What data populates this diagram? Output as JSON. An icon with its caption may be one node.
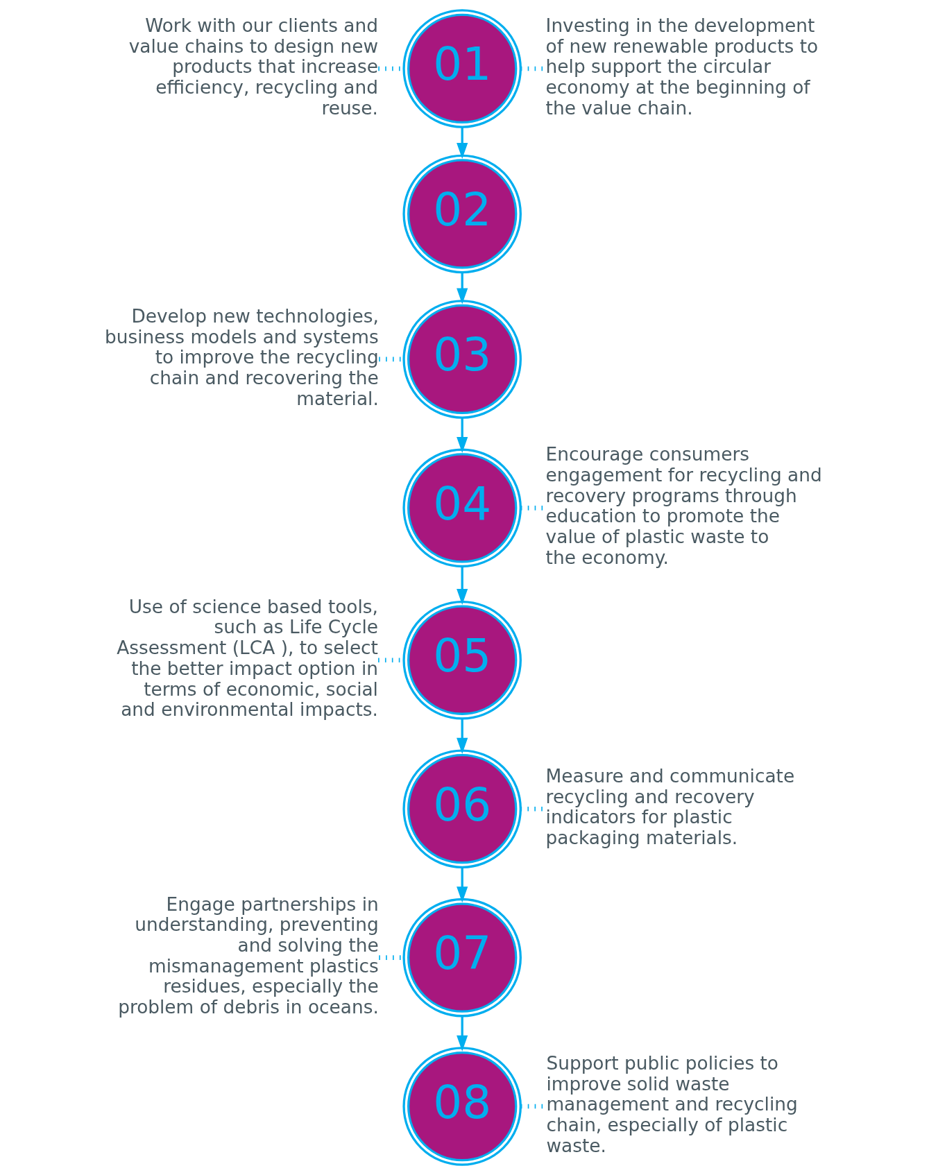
{
  "diagram": {
    "nodes": [
      {
        "text": [
          "01"
        ]
      },
      {
        "text": [
          "02"
        ]
      },
      {
        "text": [
          "03"
        ]
      },
      {
        "text": [
          "04"
        ]
      },
      {
        "text": [
          "05"
        ]
      },
      {
        "text": [
          "06"
        ]
      },
      {
        "text": [
          "07"
        ]
      },
      {
        "text": [
          "08"
        ]
      },
      {
        "text": [
          "Work with our clients and value chains to design new products that increase efficiency, recycling and reuse."
        ]
      },
      {
        "text": [
          "Investing in the development of new renewable products to help support the circular economy at the beginning of the value chain."
        ]
      },
      {
        "text": [
          "Develop new technologies, business models and systems to improve the recycling chain and recovering the material."
        ]
      },
      {
        "text": [
          "Encourage consumers engagement for recycling and recovery programs through education to promote the value of plastic waste to the economy."
        ]
      },
      {
        "text": [
          "Use of science based tools, such as Life Cycle Assessment (LCA ), to select the better impact option in terms of economic, social and environmental impacts."
        ]
      },
      {
        "text": [
          "Measure and communicate recycling and recovery indicators for plastic packaging materials."
        ]
      },
      {
        "text": [
          "Engage partnerships in understanding, preventing and solving the mismanagement plastics residues, especially the problem of debris in oceans."
        ]
      },
      {
        "text": [
          "Support public policies to improve solid waste management and recycling chain, especially of plastic waste."
        ]
      }
    ],
    "edges": [
      {
        "from": 0,
        "to": 1,
        "arrow": "to"
      },
      {
        "from": 1,
        "to": 2,
        "arrow": "to"
      },
      {
        "from": 2,
        "to": 3,
        "arrow": "to"
      },
      {
        "from": 3,
        "to": 4,
        "arrow": "to"
      },
      {
        "from": 4,
        "to": 5,
        "arrow": "to"
      },
      {
        "from": 5,
        "to": 6,
        "arrow": "to"
      },
      {
        "from": 6,
        "to": 7,
        "arrow": "to"
      },
      {
        "from": 8,
        "to": 0,
        "arrow": "none",
        "style": "dashed"
      },
      {
        "from": 0,
        "to": 9,
        "arrow": "none",
        "style": "dashed"
      },
      {
        "from": 10,
        "to": 2,
        "arrow": "none",
        "style": "dashed"
      },
      {
        "from": 3,
        "to": 11,
        "arrow": "none",
        "style": "dashed"
      },
      {
        "from": 12,
        "to": 4,
        "arrow": "none",
        "style": "dashed"
      },
      {
        "from": 5,
        "to": 13,
        "arrow": "none",
        "style": "dashed"
      },
      {
        "from": 14,
        "to": 6,
        "arrow": "none",
        "style": "dashed"
      },
      {
        "from": 7,
        "to": 15,
        "arrow": "none",
        "style": "dashed"
      }
    ]
  }
}
